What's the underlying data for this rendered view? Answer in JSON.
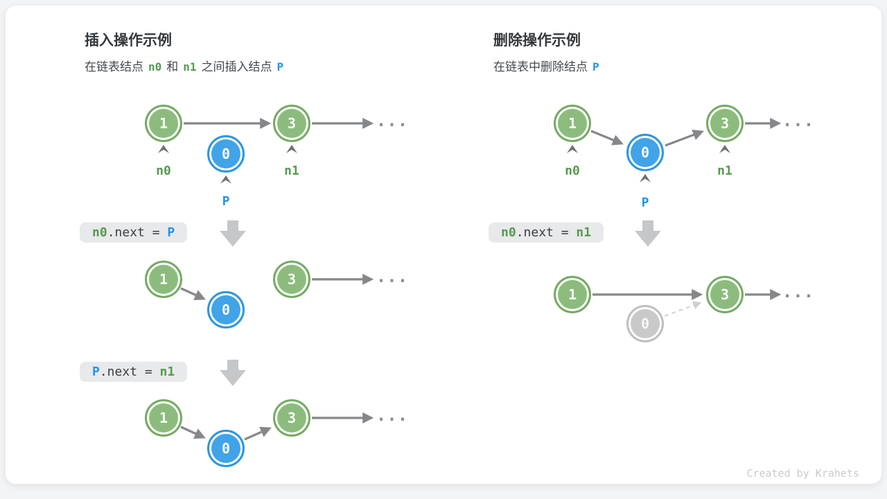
{
  "credit": "Created by Krahets",
  "colors": {
    "node_green_fill": "#8CBC7D",
    "node_green_border": "#74AB62",
    "node_blue_fill": "#41A3E8",
    "node_blue_border": "#2D96DF",
    "node_gray_fill": "#C9C9C9",
    "text_green": "#569A51",
    "text_blue": "#2095EE",
    "arrow_gray": "#85878A",
    "code_box_bg": "#E8E9EA"
  },
  "insert": {
    "title": "插入操作示例",
    "subtitle": {
      "pre": "在链表结点",
      "n0": "n0",
      "mid": "和",
      "n1": "n1",
      "post": "之间插入结点",
      "p": "P"
    },
    "code1": {
      "lhs": "n0",
      "op": ".next = ",
      "rhs": "P"
    },
    "code2": {
      "lhs": "P",
      "op": ".next = ",
      "rhs": "n1"
    },
    "fig1": {
      "v1": "1",
      "v3": "3",
      "v0": "0",
      "label_n0": "n0",
      "label_n1": "n1",
      "label_p": "P",
      "more": "..."
    },
    "fig2": {
      "v1": "1",
      "v0": "0",
      "v3": "3",
      "more": "..."
    },
    "fig3": {
      "v1": "1",
      "v0": "0",
      "v3": "3",
      "more": "..."
    }
  },
  "delete": {
    "title": "删除操作示例",
    "subtitle": {
      "pre": "在链表中删除结点",
      "p": "P"
    },
    "code1": {
      "lhs": "n0",
      "op": ".next = ",
      "rhs": "n1"
    },
    "fig1": {
      "v1": "1",
      "v0": "0",
      "v3": "3",
      "label_n0": "n0",
      "label_n1": "n1",
      "label_p": "P",
      "more": "..."
    },
    "fig2": {
      "v1": "1",
      "v0": "0",
      "v3": "3",
      "more": "..."
    }
  }
}
